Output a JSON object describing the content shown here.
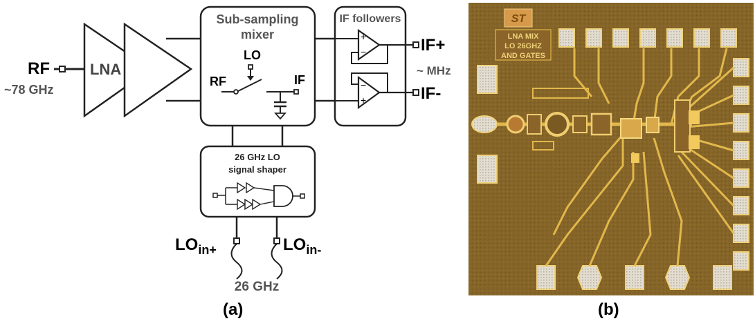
{
  "diagram": {
    "rf_label": "RF",
    "rf_freq": "~78 GHz",
    "lna_label": "LNA",
    "mixer_title_1": "Sub-sampling",
    "mixer_title_2": "mixer",
    "mixer_lo_label": "LO",
    "mixer_rf_label": "RF",
    "mixer_if_label": "IF",
    "if_followers_title": "IF followers",
    "if_plus": "IF+",
    "if_minus": "IF-",
    "if_freq": "~ MHz",
    "opamp_plus": "+",
    "opamp_minus": "−",
    "shaper_title_1": "26 GHz LO",
    "shaper_title_2": "signal shaper",
    "lo_in_plus_main": "LO",
    "lo_in_plus_sub": "in+",
    "lo_in_minus_main": "LO",
    "lo_in_minus_sub": "in-",
    "lo_freq": "26 GHz",
    "caption_a": "(a)"
  },
  "photo": {
    "logo_text": "ST",
    "chip_label_line1": "LNA MIX",
    "chip_label_line2": "LO 26GHZ",
    "chip_label_line3": "AND GATES",
    "caption_b": "(b)"
  },
  "colors": {
    "line": "#222222",
    "grey_text": "#555555",
    "die_bg": "#8a6a2a",
    "metal": "#e0b64a",
    "pad": "#d8d2c4"
  }
}
